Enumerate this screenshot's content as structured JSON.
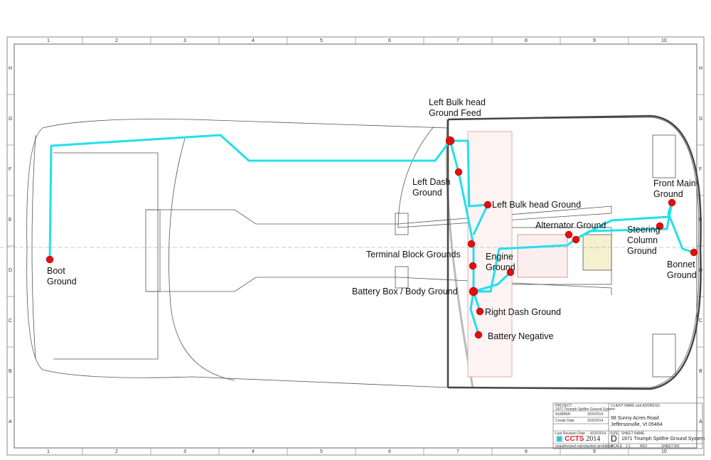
{
  "labels": {
    "left_bulkhead_feed": "Left Bulk head\nGround Feed",
    "left_dash": "Left Dash\nGround",
    "left_bulkhead": "Left Bulk head  Ground",
    "alternator": "Alternator Ground",
    "terminal_block": "Terminal Block Grounds",
    "engine": "Engine\nGround",
    "battery_box": "Battery Box / Body Ground",
    "right_dash": "Right Dash Ground",
    "battery_negative": "Battery Negative",
    "boot": "Boot\nGround",
    "front_main": "Front Main\nGround",
    "steering": "Steering\nColumn\nGround",
    "bonnet": "Bonnet\nGround"
  },
  "grid": {
    "cols": [
      "1",
      "2",
      "3",
      "4",
      "5",
      "6",
      "7",
      "8",
      "9",
      "10"
    ],
    "rows": [
      "H",
      "G",
      "F",
      "E",
      "D",
      "C",
      "B",
      "A"
    ]
  },
  "title_block": {
    "project_label": "PROJECT:",
    "project": "1971 Triumph Spitfire Ground System",
    "number_label": "NUMBER",
    "number_date": "3/26/2014",
    "create_label": "Create Date",
    "create_date": "3/26/2014",
    "revision_label": "Last Revision Date",
    "revision_date": "4/15/2014",
    "logo": "CCTS",
    "year": "2014",
    "notice": "unauthorized reproduction prohibited",
    "client_label": "CLIENT NAME and ADDRESS:",
    "address1": "98 Sunny Acres Road",
    "address2": "Jeffersonville, Vt 05464",
    "size_label": "SIZE",
    "size": "D",
    "sheet_name_label": "SHEET NAME",
    "sheet_name": "1971 Triumph Spitfire Ground System",
    "scale_label": "SCALE",
    "scale": "1:1",
    "rev_label": "REV",
    "sheet_no_label": "SHEET NO."
  },
  "colors": {
    "wire": "#22e0ec",
    "ground_point": "#e01010"
  }
}
